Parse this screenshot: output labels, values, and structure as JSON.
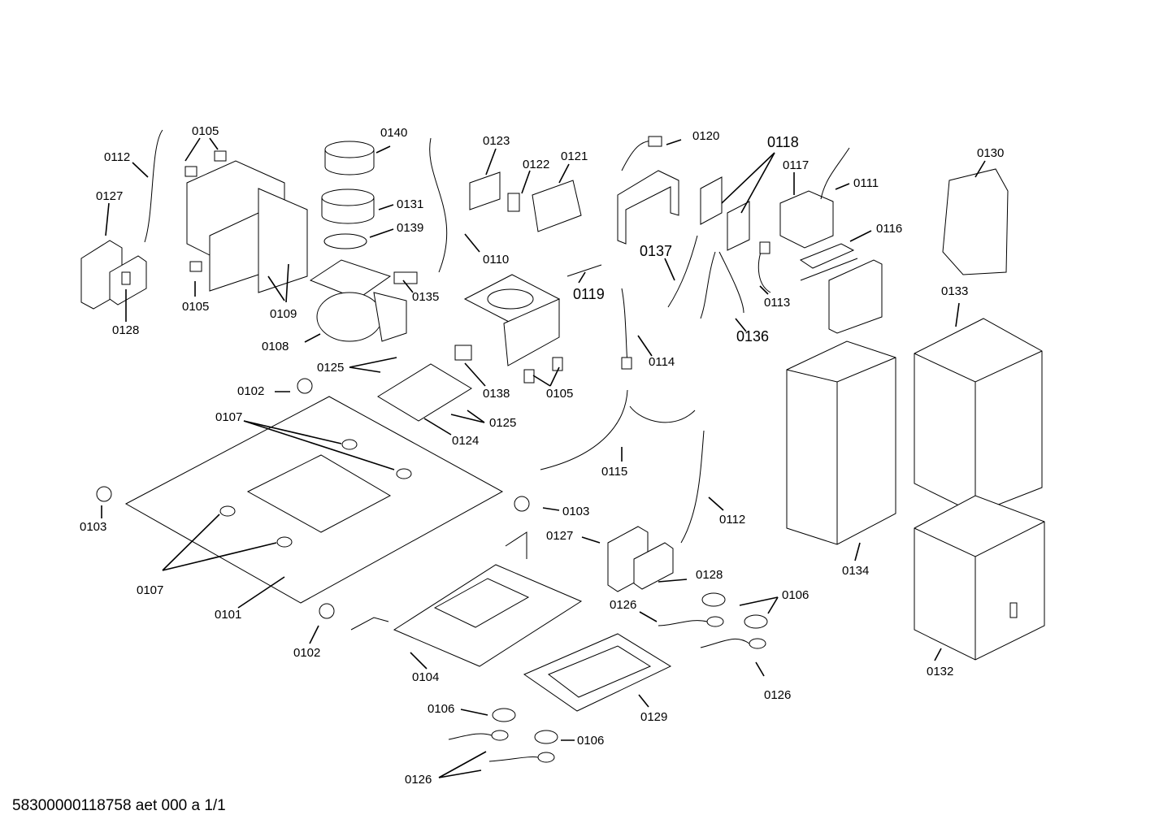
{
  "diagram": {
    "labels": [
      "0112",
      "0105",
      "0140",
      "0123",
      "0120",
      "0118",
      "0130",
      "0122",
      "0121",
      "0117",
      "0127",
      "0131",
      "0111",
      "0139",
      "0116",
      "0137",
      "0110",
      "0105",
      "0109",
      "0135",
      "0119",
      "0113",
      "0133",
      "0128",
      "0136",
      "0108",
      "0114",
      "0125",
      "0138",
      "0105",
      "0102",
      "0107",
      "0125",
      "0124",
      "0115",
      "0103",
      "0103",
      "0112",
      "0127",
      "0134",
      "0107",
      "0128",
      "0106",
      "0126",
      "0101",
      "0102",
      "0104",
      "0132",
      "0126",
      "0129",
      "0106",
      "0106",
      "0126"
    ],
    "footer": "58300000118758 aet 000 a 1/1"
  }
}
